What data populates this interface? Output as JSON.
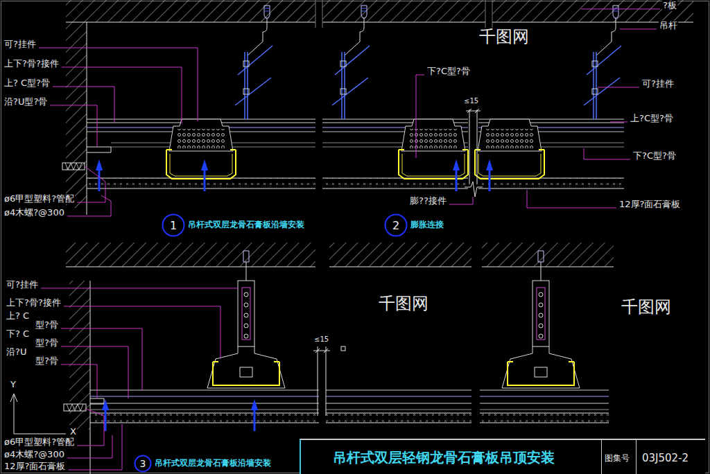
{
  "diagram": {
    "nodes": [
      {
        "text": [
          "1",
          "吊杆式双层龙骨石膏板沿墙安装"
        ]
      },
      {
        "text": [
          "2",
          "膨胀连接"
        ]
      },
      {
        "text": [
          "3",
          "吊杆式双层龙骨石膏板沿墙安装"
        ]
      },
      {
        "text": [
          "吊杆式双层轻钢龙骨石膏板吊顶安装",
          "图集号",
          "03J502-2"
        ]
      }
    ],
    "labels": [
      "可?挂件",
      "上下?骨?接件",
      "上? C型?骨",
      "沿?U型?骨",
      "ø6甲型塑料?管配",
      "ø4木螺?@300",
      "下?C型?骨",
      "≤15",
      "膨??接件",
      "吊杆",
      "可?挂件",
      "上?C型?骨",
      "下?C型?骨",
      "12厚?面石膏板",
      "?板",
      "可?挂件",
      "上下?骨?接件",
      "上? C",
      "型?骨",
      "下? C",
      "型?骨",
      "沿?U",
      "型?骨",
      "≤15",
      "ø6甲型塑料?管配",
      "ø4木螺?@300",
      "12厚?面石膏板",
      "Y",
      "X",
      "千图网",
      "千图网",
      "千图网"
    ]
  }
}
